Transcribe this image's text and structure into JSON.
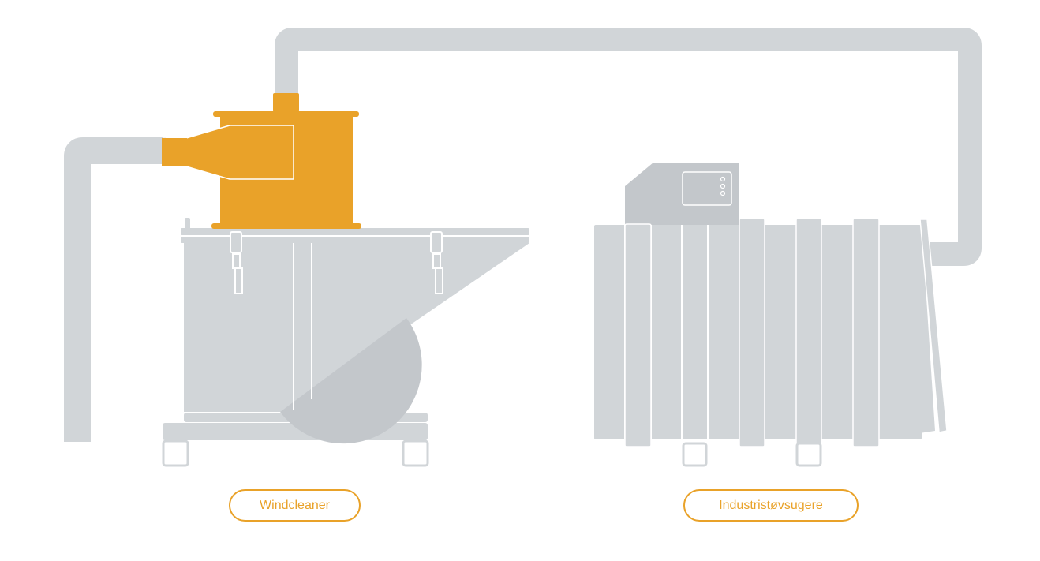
{
  "colors": {
    "machine_gray": "#d1d5d8",
    "machine_gray_dark": "#c3c7cb",
    "accent_orange": "#e9a229",
    "background": "#ffffff"
  },
  "labels": {
    "windcleaner": "Windcleaner",
    "industrial_vacuum": "Industristøvsugere"
  },
  "icons": {
    "windcleaner": "windcleaner-separator-icon",
    "industrial_vacuum": "industrial-vacuum-cleaner-icon",
    "pipe": "connecting-duct-pipe"
  }
}
